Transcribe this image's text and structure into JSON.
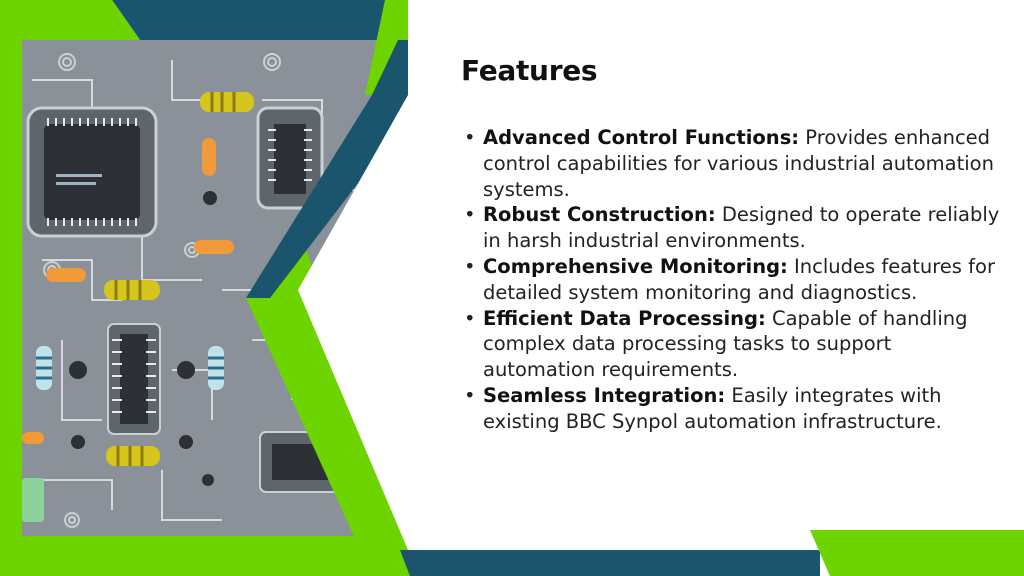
{
  "title": "Features",
  "colors": {
    "green": "#6DD400",
    "teal": "#1B556D",
    "board": "#8A9198"
  },
  "features": [
    {
      "title": "Advanced Control Functions:",
      "text": " Provides enhanced control capabilities for various industrial automation systems."
    },
    {
      "title": "Robust Construction:",
      "text": " Designed to operate reliably in harsh industrial environments."
    },
    {
      "title": "Comprehensive Monitoring:",
      "text": " Includes features for detailed system monitoring and diagnostics."
    },
    {
      "title": "Efficient Data Processing:",
      "text": " Capable of handling complex data processing tasks to support automation requirements."
    },
    {
      "title": "Seamless Integration:",
      "text": " Easily integrates with existing BBC Synpol automation infrastructure."
    }
  ]
}
